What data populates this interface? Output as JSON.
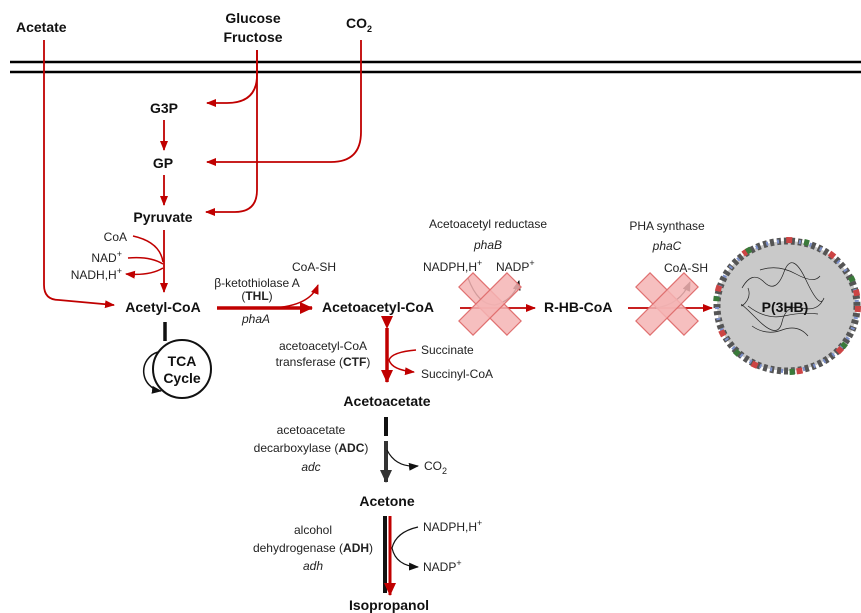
{
  "metabolites": {
    "acetate": "Acetate",
    "glucose": "Glucose",
    "fructose": "Fructose",
    "co2": "CO",
    "co2_sub": "2",
    "g3p": "G3P",
    "gp": "GP",
    "pyruvate": "Pyruvate",
    "acetyl_coa": "Acetyl-CoA",
    "acetoacetyl_coa": "Acetoacetyl-CoA",
    "rhb_coa": "R-HB-CoA",
    "p3hb": "P(3HB)",
    "acetoacetate": "Acetoacetate",
    "acetone": "Acetone",
    "isopropanol": "Isopropanol"
  },
  "cofactors": {
    "coa": "CoA",
    "nad": "NAD",
    "nadh": "NADH,H",
    "plus": "+",
    "coa_sh_1": "CoA-SH",
    "nadph_1": "NADPH,H",
    "nadp_1": "NADP",
    "coa_sh_2": "CoA-SH",
    "succinate": "Succinate",
    "succinyl_coa": "Succinyl-CoA",
    "co2_acetoacetate": "CO",
    "co2_acetoacetate_sub": "2",
    "nadph_2": "NADPH,H",
    "nadp_2": "NADP"
  },
  "cycle": {
    "line1": "TCA",
    "line2": "Cycle"
  },
  "enzymes": {
    "thl": {
      "line1": "β-ketothiolase A",
      "open": "(",
      "abbr": "THL",
      "close": ")",
      "gene": "phaA"
    },
    "phab": {
      "name": "Acetoacetyl reductase",
      "gene": "phaB"
    },
    "phac": {
      "name": "PHA synthase",
      "gene": "phaC"
    },
    "ctf": {
      "line1": "acetoacetyl-CoA",
      "line2": "transferase (",
      "abbr": "CTF",
      "close": ")"
    },
    "adc": {
      "line1": "acetoacetate",
      "line2": "decarboxylase (",
      "abbr": "ADC",
      "close": ")",
      "gene": "adc"
    },
    "adh": {
      "line1": "alcohol",
      "line2": "dehydrogenase (",
      "abbr": "ADH",
      "close": ")",
      "gene": "adh"
    }
  },
  "colors": {
    "pathway_red": "#c00000",
    "arrow_dark": "#333333",
    "knockout_fill": "#f4b4b4",
    "knockout_stroke": "#e07070",
    "granule_fill": "#c9c9c9"
  }
}
